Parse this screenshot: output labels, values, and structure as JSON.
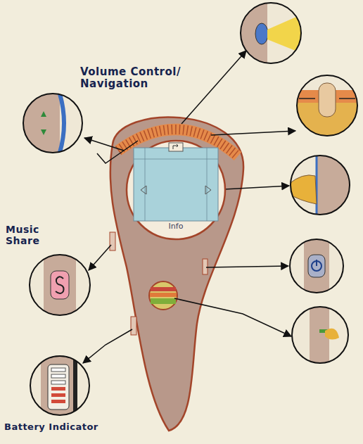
{
  "diagram": {
    "nodes": [
      {
        "text": [
          "Info"
        ]
      }
    ],
    "labels": [
      "Volume Control/ Navigation",
      "Music Share",
      "Battery Indicator"
    ]
  }
}
